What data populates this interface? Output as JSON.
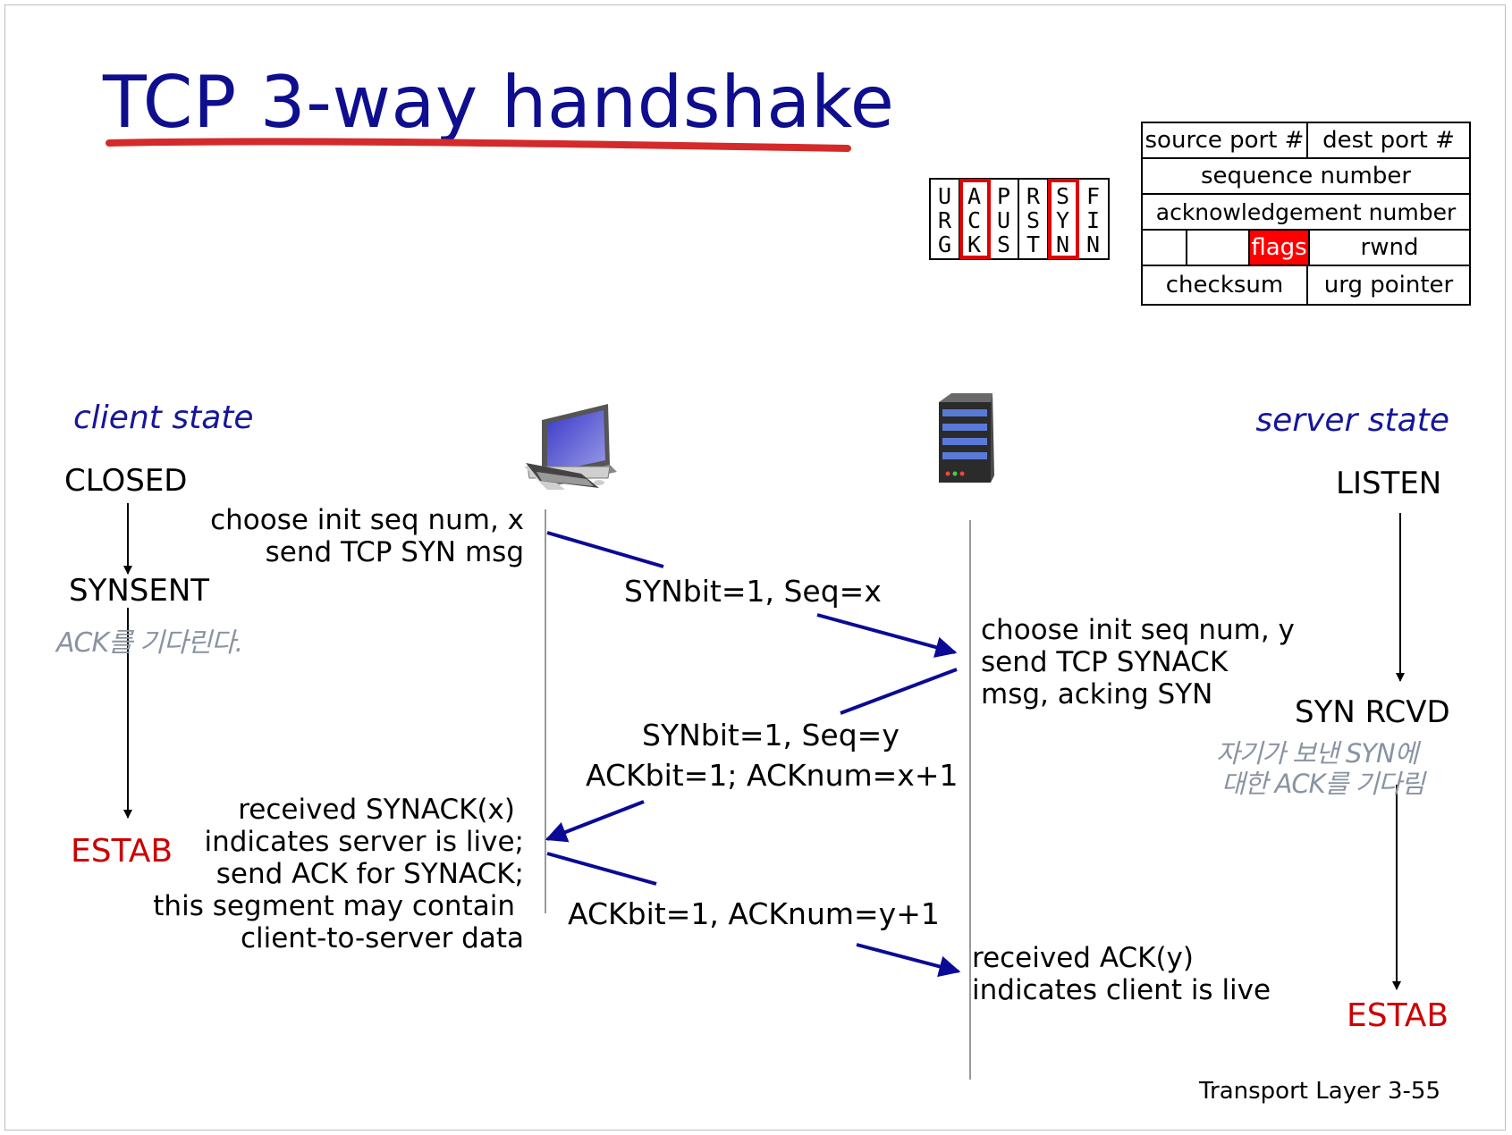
{
  "title": "TCP 3-way handshake",
  "tcp_header": {
    "source_port": "source port #",
    "dest_port": "dest port #",
    "sequence_number": "sequence number",
    "acknowledgement_number": "acknowledgement number",
    "flags": "flags",
    "rwnd": "rwnd",
    "checksum": "checksum",
    "urg_pointer": "urg pointer"
  },
  "flag_bits": [
    {
      "letters": "URG",
      "highlight": false
    },
    {
      "letters": "ACK",
      "highlight": true
    },
    {
      "letters": "PUS",
      "highlight": false
    },
    {
      "letters": "RST",
      "highlight": false
    },
    {
      "letters": "SYN",
      "highlight": true
    },
    {
      "letters": "FIN",
      "highlight": false
    }
  ],
  "client": {
    "label": "client state",
    "closed": "CLOSED",
    "synsent": "SYNSENT",
    "synsent_note": "ACK를 기다린다.",
    "estab": "ESTAB",
    "step1": [
      "choose init seq num, x",
      "send TCP SYN msg"
    ],
    "step3": [
      "received SYNACK(x)",
      "indicates server is live;",
      "send ACK for SYNACK;",
      "this segment may contain",
      "client-to-server data"
    ]
  },
  "server": {
    "label": "server state",
    "listen": "LISTEN",
    "syn_rcvd": "SYN RCVD",
    "syn_rcvd_note": [
      "자기가 보낸 SYN에",
      "대한 ACK를 기다림"
    ],
    "estab": "ESTAB",
    "step2": [
      "choose init seq num, y",
      "send TCP SYNACK",
      "msg, acking SYN"
    ],
    "step4": [
      "received ACK(y)",
      "indicates client is live"
    ]
  },
  "messages": {
    "syn": "SYNbit=1, Seq=x",
    "synack_1": "SYNbit=1, Seq=y",
    "synack_2": "ACKbit=1; ACKnum=x+1",
    "ack": "ACKbit=1, ACKnum=y+1"
  },
  "footer": "Transport Layer 3-55",
  "colors": {
    "title": "#0e0e8f",
    "arrow": "#0a0a96",
    "estab": "#cc0000",
    "underline": "#d42a2a",
    "flags_bg": "#ff0000"
  }
}
